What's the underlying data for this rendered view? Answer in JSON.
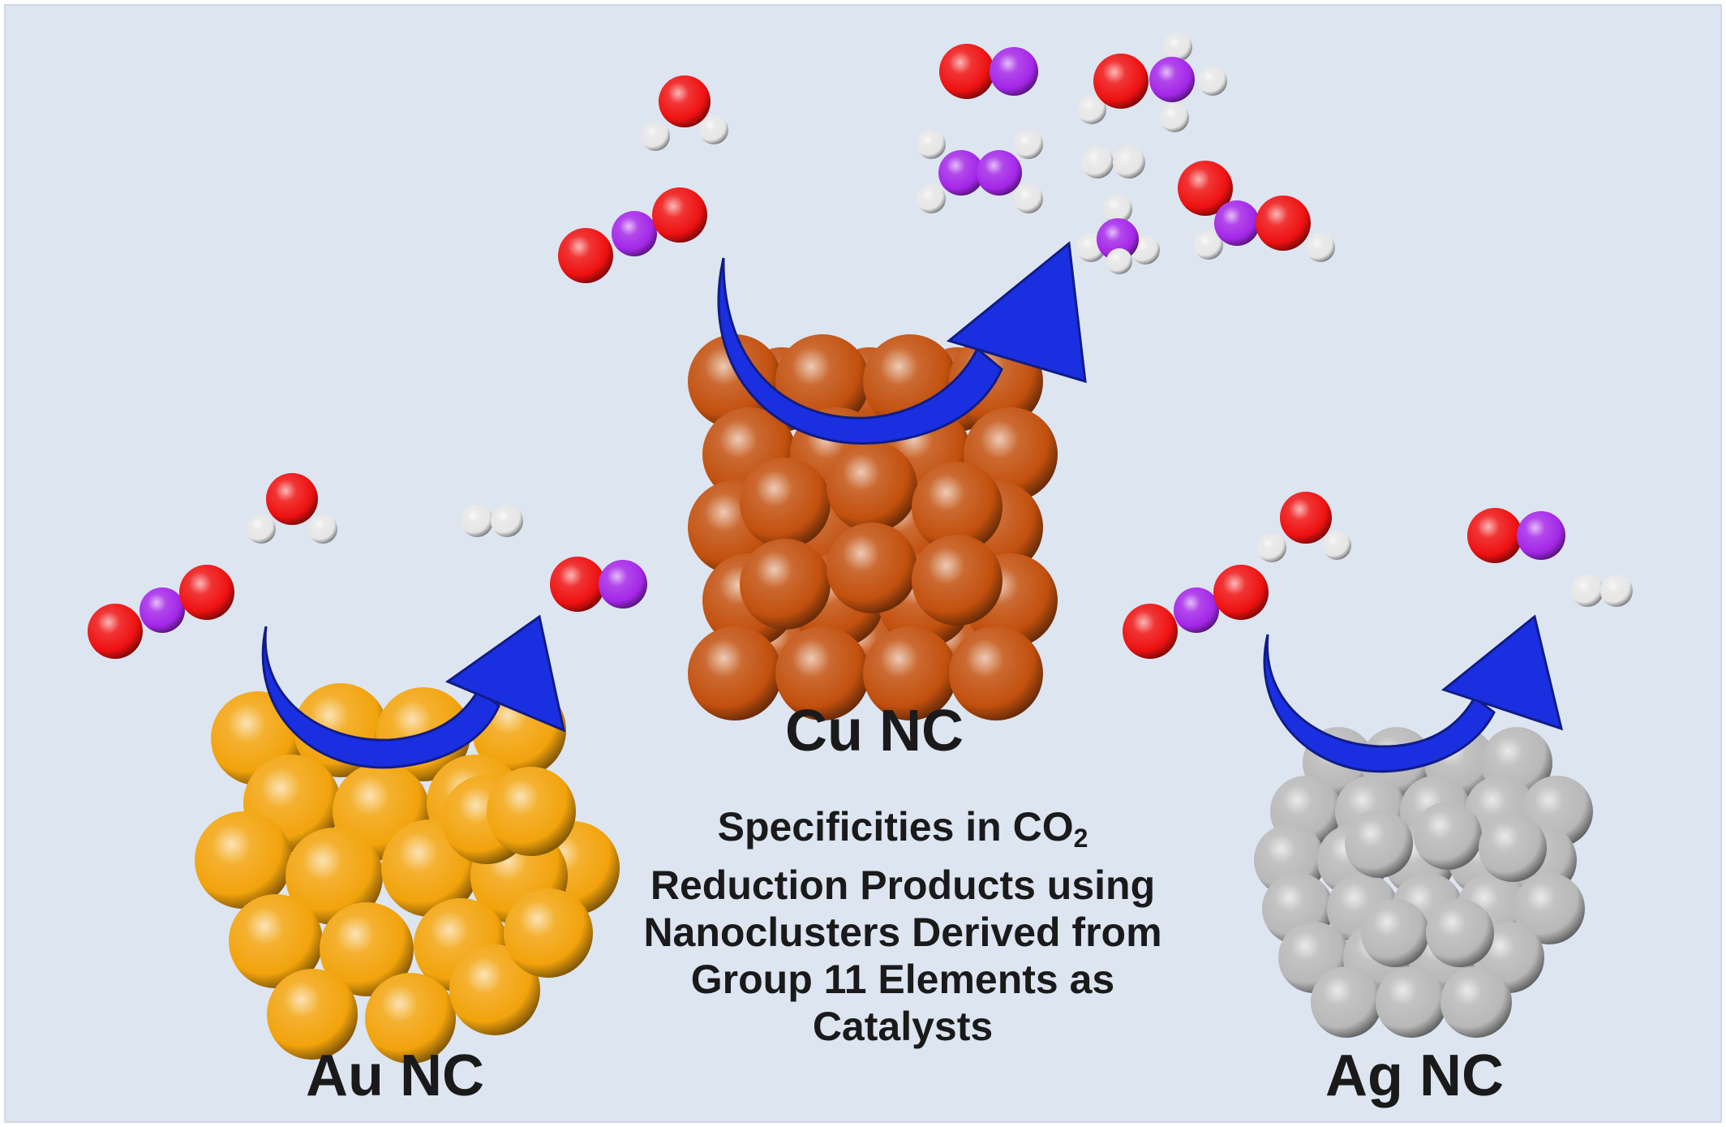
{
  "colors": {
    "background": "#dde5f1",
    "oxygen": "#ee1111",
    "carbon": "#a427e8",
    "hydrogen": "#e6e6e6",
    "arrow": "#1a2fe0",
    "gold": "#f2a30c",
    "copper": "#c2500e",
    "silver": "#b8b8b8"
  },
  "clusters": [
    {
      "id": "au",
      "label": "Au NC",
      "element_color": "#f2a30c"
    },
    {
      "id": "cu",
      "label": "Cu NC",
      "element_color": "#c2500e"
    },
    {
      "id": "ag",
      "label": "Ag NC",
      "element_color": "#b8b8b8"
    }
  ],
  "caption": {
    "line1_prefix": "Specificities in CO",
    "line1_subscript": "2",
    "line2": "Reduction Products using",
    "line3": "Nanoclusters Derived from",
    "line4": "Group 11 Elements as",
    "line5": "Catalysts"
  }
}
